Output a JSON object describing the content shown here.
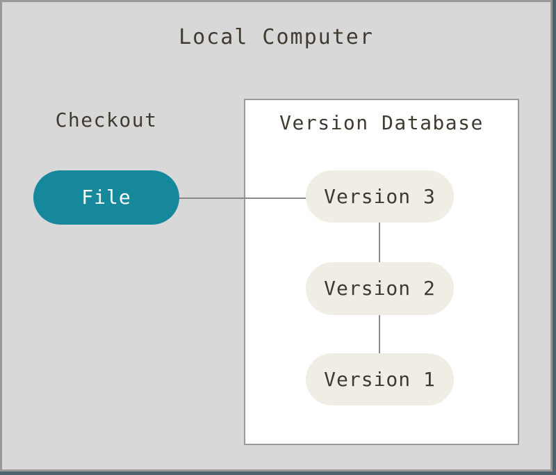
{
  "diagram": {
    "title": "Local Computer",
    "checkout": {
      "label": "Checkout",
      "file_node_label": "File"
    },
    "version_database": {
      "title": "Version Database",
      "nodes": [
        "Version 3",
        "Version 2",
        "Version 1"
      ]
    }
  },
  "colors": {
    "canvas_bg": "#d8d8d8",
    "frame_border": "#999999",
    "outer_edge": "#4e636d",
    "db_box_bg": "#ffffff",
    "db_box_border": "#999999",
    "file_fill": "#15899b",
    "file_text": "#ffffff",
    "version_fill": "#efede4",
    "version_text": "#3e3933",
    "label_text": "#403a31",
    "connector": "#8a8a8a"
  }
}
